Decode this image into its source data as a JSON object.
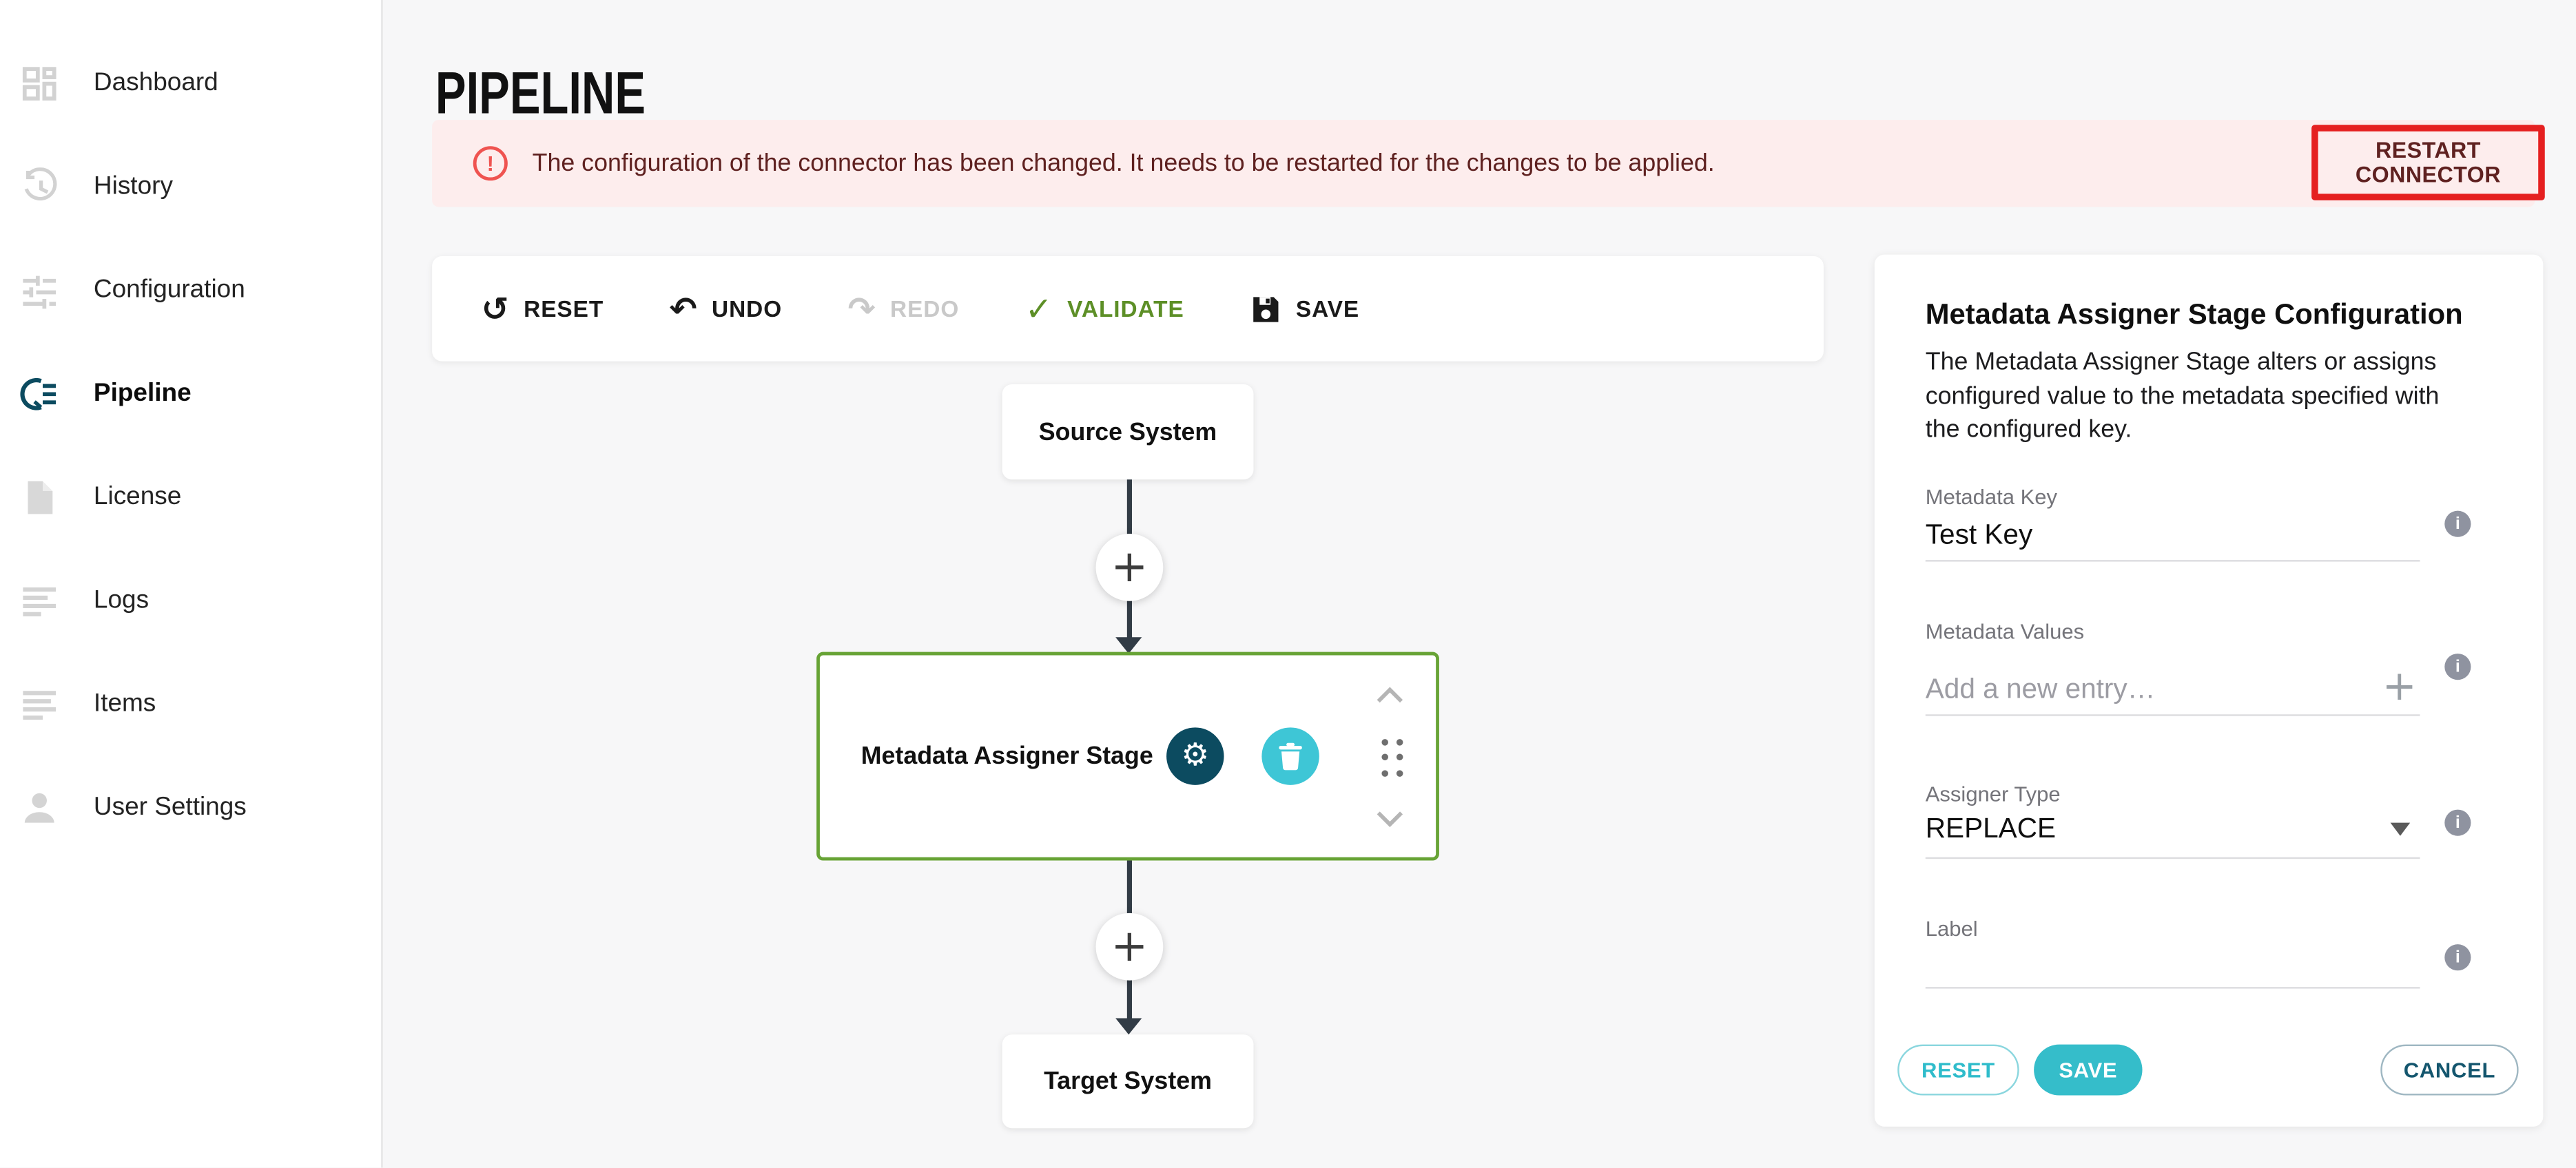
{
  "sidebar": {
    "items": [
      {
        "label": "Dashboard",
        "icon": "dashboard-icon"
      },
      {
        "label": "History",
        "icon": "history-icon"
      },
      {
        "label": "Configuration",
        "icon": "configuration-icon"
      },
      {
        "label": "Pipeline",
        "icon": "pipeline-icon",
        "active": true
      },
      {
        "label": "License",
        "icon": "license-icon"
      },
      {
        "label": "Logs",
        "icon": "logs-icon"
      },
      {
        "label": "Items",
        "icon": "items-icon"
      },
      {
        "label": "User Settings",
        "icon": "user-icon"
      }
    ]
  },
  "header": {
    "title": "PIPELINE"
  },
  "alert": {
    "message": "The configuration of the connector has been changed. It needs to be restarted for the changes to be applied.",
    "action_label": "RESTART CONNECTOR"
  },
  "toolbar": {
    "reset_label": "RESET",
    "undo_label": "UNDO",
    "redo_label": "REDO",
    "validate_label": "VALIDATE",
    "save_label": "SAVE"
  },
  "canvas": {
    "source_label": "Source System",
    "stage_label": "Metadata Assigner Stage",
    "target_label": "Target System"
  },
  "panel": {
    "title": "Metadata Assigner Stage Configuration",
    "description": "The Metadata Assigner Stage alters or assigns configured value to the metadata specified with the configured key.",
    "metadata_key": {
      "label": "Metadata Key",
      "value": "Test Key"
    },
    "metadata_values": {
      "label": "Metadata Values",
      "placeholder": "Add a new entry…"
    },
    "assigner_type": {
      "label": "Assigner Type",
      "value": "REPLACE"
    },
    "label_field": {
      "label": "Label",
      "value": ""
    },
    "reset_label": "RESET",
    "save_label": "SAVE",
    "cancel_label": "CANCEL"
  },
  "icons": {
    "reset": "↺",
    "undo": "↶",
    "redo": "↷",
    "validate": "✓",
    "gear": "⚙",
    "plus": "+",
    "info": "i",
    "alert": "!"
  },
  "colors": {
    "alert_bg": "#fdeded",
    "alert_text": "#5f2120",
    "alert_icon": "#ef5350",
    "annotation_red": "#e52020",
    "stage_border_green": "#67a335",
    "validate_green": "#5d8f27",
    "teal_dark": "#0c4b60",
    "trash_cyan": "#3ec6d6",
    "save_cyan": "#35bdca",
    "cancel_teal": "#14566e",
    "arrow": "#323c46"
  }
}
